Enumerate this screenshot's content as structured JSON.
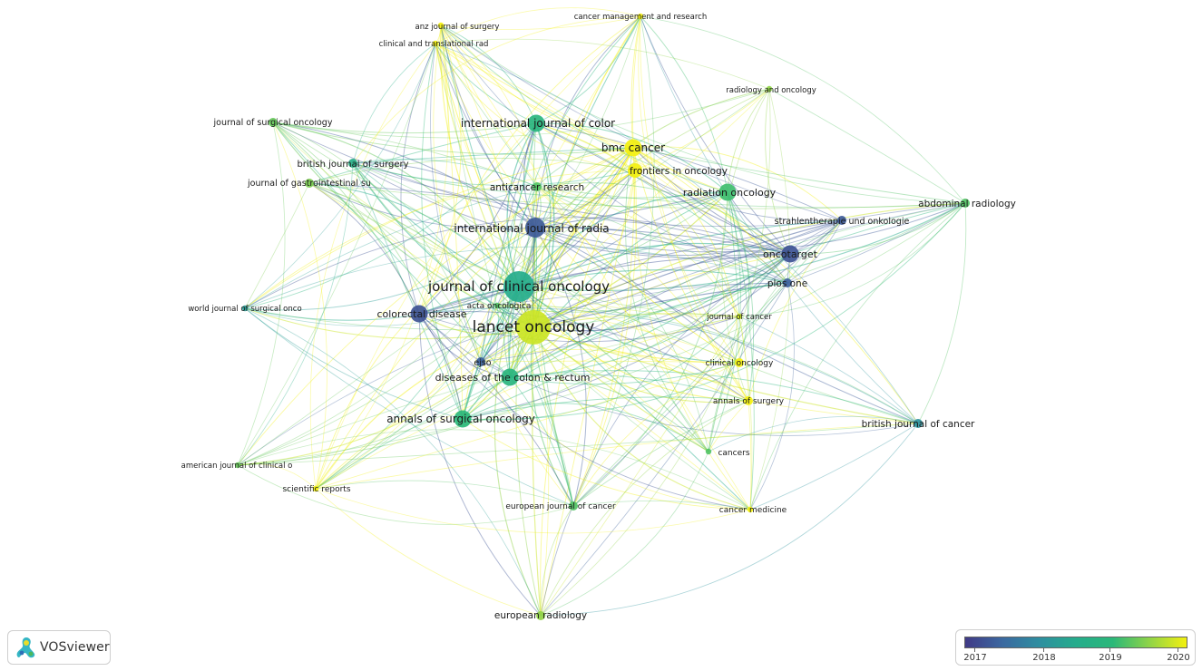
{
  "app": {
    "name": "VOSviewer"
  },
  "colors": {
    "c2017": "#433c8a",
    "c2018": "#2d8ea0",
    "c2019": "#2bb57c",
    "c2020": "#f3f00f"
  },
  "legend": {
    "ticks": [
      "2017",
      "2018",
      "2019",
      "2020"
    ]
  },
  "nodes": [
    {
      "id": "lancet-oncology",
      "label": "lancet oncology",
      "weight": 10,
      "year": 2019.8
    },
    {
      "id": "journal-of-clinical-oncology",
      "label": "journal of clinical oncology",
      "weight": 9,
      "year": 2018.6
    },
    {
      "id": "international-journal-of-radia",
      "label": "international journal of radia",
      "weight": 6,
      "year": 2017.3
    },
    {
      "id": "international-journal-of-color",
      "label": "international journal of color",
      "weight": 5,
      "year": 2018.9
    },
    {
      "id": "bmc-cancer",
      "label": "bmc cancer",
      "weight": 5,
      "year": 2020
    },
    {
      "id": "frontiers-in-oncology",
      "label": "frontiers in oncology",
      "weight": 4,
      "year": 2020
    },
    {
      "id": "radiation-oncology",
      "label": "radiation oncology",
      "weight": 5,
      "year": 2019.1
    },
    {
      "id": "anticancer-research",
      "label": "anticancer research",
      "weight": 3,
      "year": 2019.2
    },
    {
      "id": "oncotarget",
      "label": "oncotarget",
      "weight": 5,
      "year": 2017.2
    },
    {
      "id": "plos-one",
      "label": "plos one",
      "weight": 3,
      "year": 2017.4
    },
    {
      "id": "strahlentherapie-und-onkologie",
      "label": "strahlentherapie und onkologie",
      "weight": 3,
      "year": 2017.3
    },
    {
      "id": "abdominal-radiology",
      "label": "abdominal radiology",
      "weight": 3,
      "year": 2019.2
    },
    {
      "id": "radiology-and-oncology",
      "label": "radiology and oncology",
      "weight": 2,
      "year": 2019.5
    },
    {
      "id": "cancer-management-and-research",
      "label": "cancer management and research",
      "weight": 2,
      "year": 2020
    },
    {
      "id": "anz-journal-of-surgery",
      "label": "anz journal of surgery",
      "weight": 2,
      "year": 2020
    },
    {
      "id": "clinical-and-translational-rad",
      "label": "clinical and translational rad",
      "weight": 2,
      "year": 2020
    },
    {
      "id": "journal-of-surgical-oncology",
      "label": "journal of surgical oncology",
      "weight": 3,
      "year": 2019.3
    },
    {
      "id": "british-journal-of-surgery",
      "label": "british journal of surgery",
      "weight": 3,
      "year": 2018.7
    },
    {
      "id": "journal-of-gastrointestinal-su",
      "label": "journal of gastrointestinal su",
      "weight": 3,
      "year": 2019.4
    },
    {
      "id": "world-journal-of-surgical-onco",
      "label": "world journal of surgical onco",
      "weight": 2,
      "year": 2018.3
    },
    {
      "id": "colorectal-disease",
      "label": "colorectal disease",
      "weight": 5,
      "year": 2017.2
    },
    {
      "id": "acta-oncologica",
      "label": "acta oncologica",
      "weight": 2,
      "year": 2019.2
    },
    {
      "id": "ejso",
      "label": "ejso",
      "weight": 3,
      "year": 2017.4
    },
    {
      "id": "diseases-of-the-colon-rectum",
      "label": "diseases of the colon & rectum",
      "weight": 5,
      "year": 2018.9
    },
    {
      "id": "annals-of-surgical-oncology",
      "label": "annals of surgical oncology",
      "weight": 5,
      "year": 2019
    },
    {
      "id": "american-journal-of-clinical-o",
      "label": "american journal of clinical o",
      "weight": 2,
      "year": 2019.3
    },
    {
      "id": "scientific-reports",
      "label": "scientific reports",
      "weight": 2,
      "year": 2020
    },
    {
      "id": "european-journal-of-cancer",
      "label": "european journal of cancer",
      "weight": 3,
      "year": 2019.2
    },
    {
      "id": "european-radiology",
      "label": "european radiology",
      "weight": 3,
      "year": 2019.5
    },
    {
      "id": "journal-of-cancer",
      "label": "journal of cancer",
      "weight": 2,
      "year": 2019.8
    },
    {
      "id": "clinical-oncology",
      "label": "clinical oncology",
      "weight": 3,
      "year": 2020
    },
    {
      "id": "annals-of-surgery",
      "label": "annals of surgery",
      "weight": 3,
      "year": 2020
    },
    {
      "id": "cancers",
      "label": "cancers",
      "weight": 2,
      "year": 2019.2
    },
    {
      "id": "cancer-medicine",
      "label": "cancer medicine",
      "weight": 2,
      "year": 2020
    },
    {
      "id": "british-journal-of-cancer",
      "label": "british journal of cancer",
      "weight": 3,
      "year": 2018.1
    }
  ]
}
